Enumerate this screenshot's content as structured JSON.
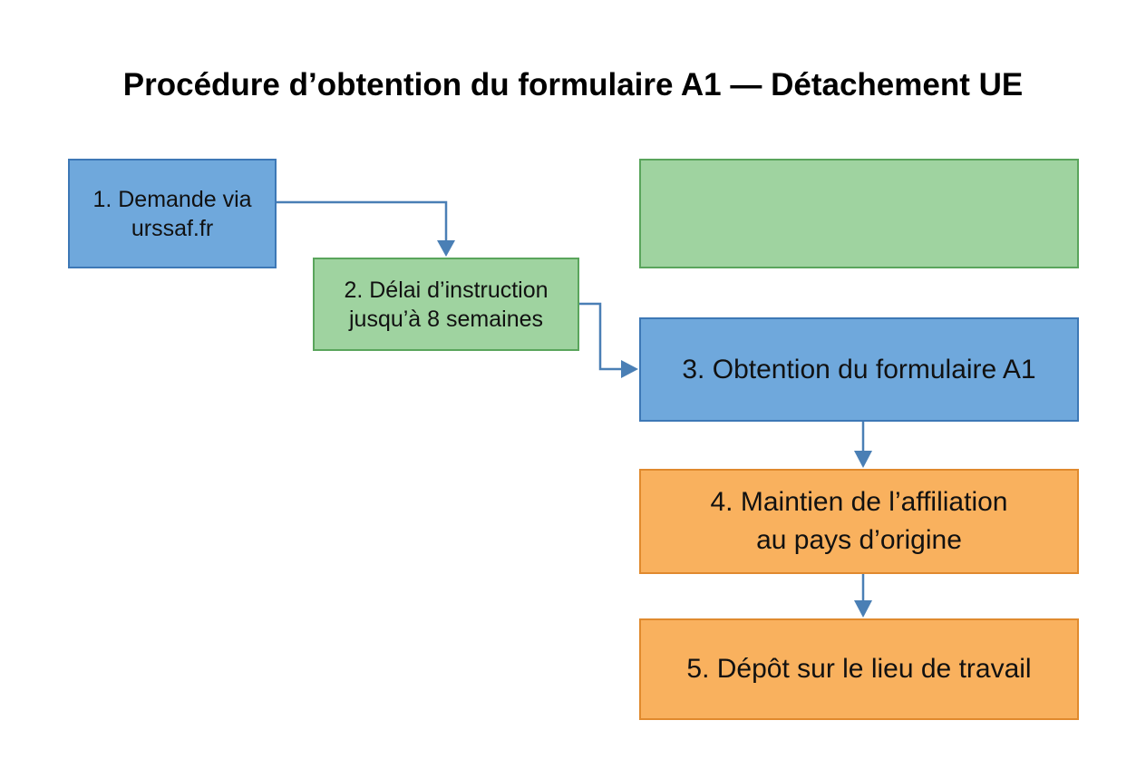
{
  "title": "Procédure d’obtention du formulaire A1 — Détachement UE",
  "steps": [
    {
      "label": "1. Demande via\nurssaf.fr",
      "color": "blue"
    },
    {
      "label": "2. Délai d’instruction\njusqu’à 8 semaines",
      "color": "green"
    },
    {
      "label": "3. Obtention du formulaire A1",
      "color": "blue"
    },
    {
      "label": "4. Maintien de l’affiliation\nau pays d’origine",
      "color": "orange"
    },
    {
      "label": "5. Dépôt sur le lieu de travail",
      "color": "orange"
    }
  ],
  "empty_box": {
    "color": "green"
  },
  "colors": {
    "blue_fill": "#6fa8dc",
    "blue_border": "#3d78b6",
    "green_fill": "#9fd3a0",
    "green_border": "#5aa55c",
    "orange_fill": "#f9b15e",
    "orange_border": "#e08a2e",
    "arrow": "#4a7fb5"
  }
}
